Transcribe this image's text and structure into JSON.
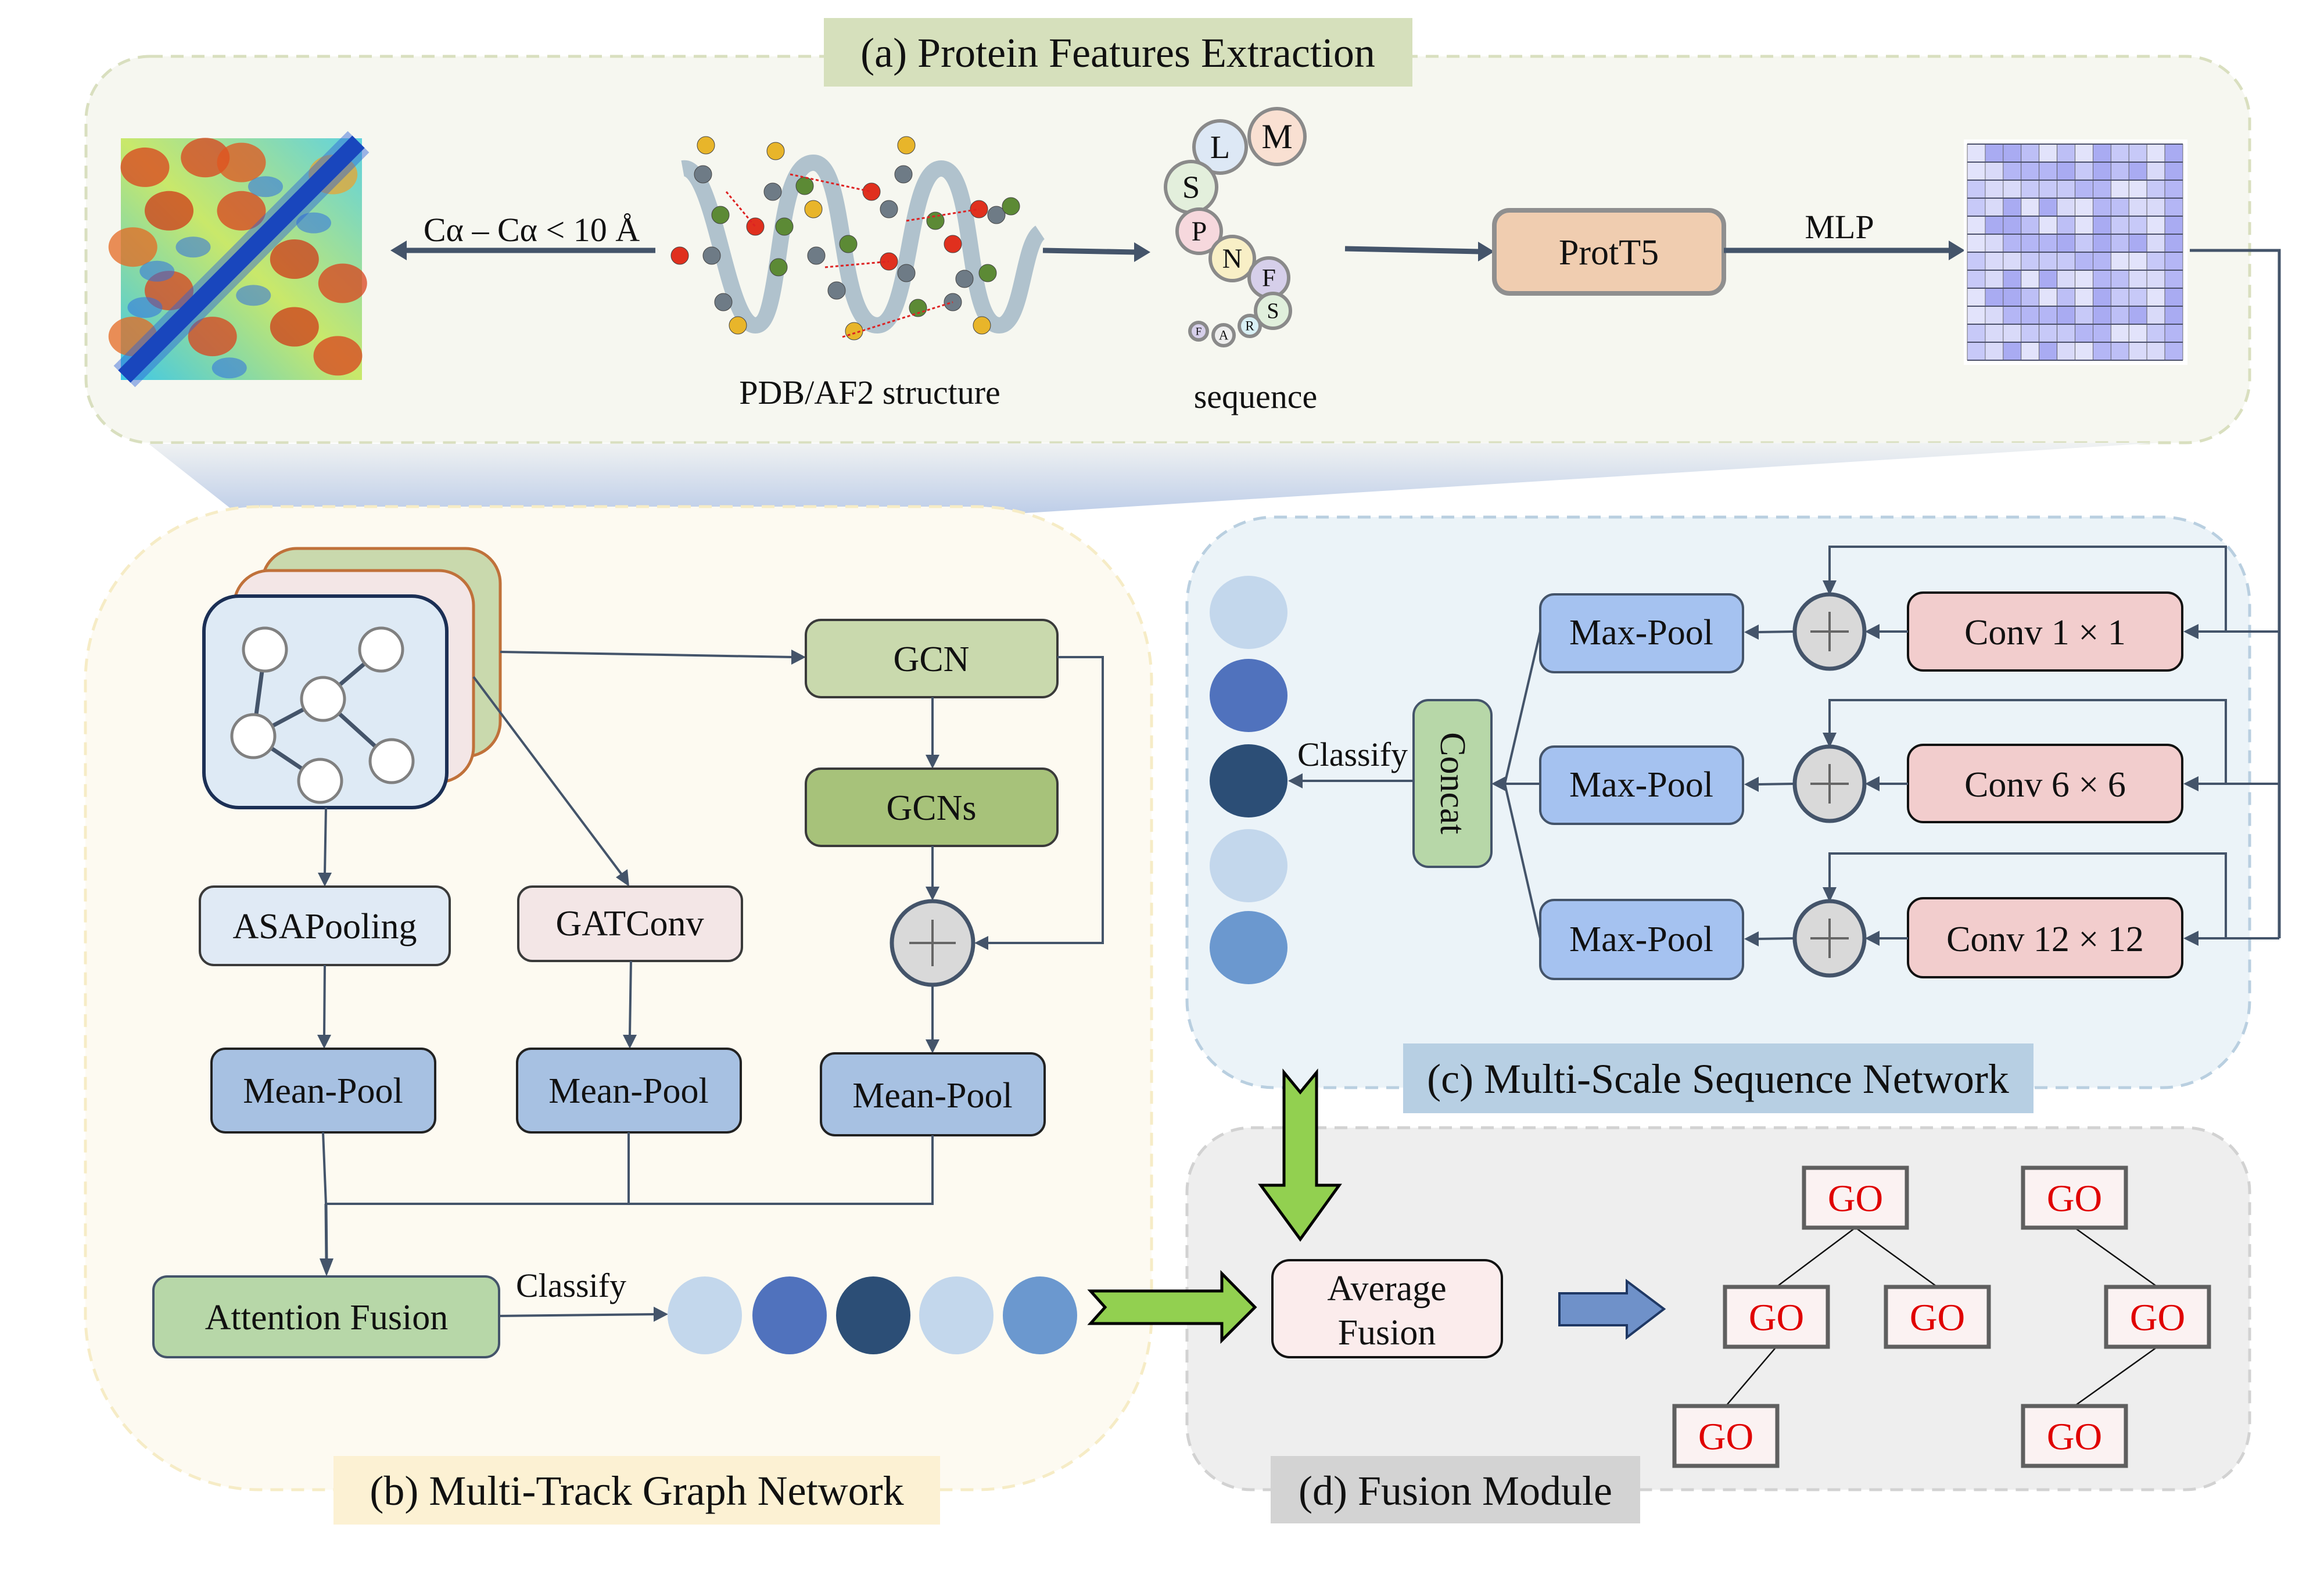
{
  "sections": {
    "a": {
      "label": "(a) Protein Features Extraction",
      "bg": "#f6f7f0",
      "border": "#d9dfbf",
      "label_bg": "#d6e0bc"
    },
    "b": {
      "label": "(b) Multi-Track Graph Network",
      "bg": "#fdfaf1",
      "border": "#f6ecc6",
      "label_bg": "#fcf1d3"
    },
    "c": {
      "label": "(c) Multi-Scale Sequence Network",
      "bg": "#ebf3f8",
      "border": "#b9cfe0",
      "label_bg": "#b7cfe3"
    },
    "d": {
      "label": "(d) Fusion Module",
      "bg": "#eeeeee",
      "border": "#d2d2d2",
      "label_bg": "#d3d3d3"
    }
  },
  "feature_extraction": {
    "contact_map_icon": "contact-map-heatmap",
    "distance_label": "Cα – Cα < 10 Å",
    "structure_icon": "protein-helix-ball-stick",
    "structure_label": "PDB/AF2 structure",
    "sequence_label": "sequence",
    "sequence_residues": [
      "M",
      "L",
      "S",
      "P",
      "N",
      "F",
      "S",
      "R",
      "A",
      "F"
    ],
    "residue_colors": [
      "#f9e0d2",
      "#dde8f5",
      "#e3efdc",
      "#f6d8dd",
      "#f8efc6",
      "#d6cfea",
      "#e0efdc",
      "#d9f1f6",
      "#eeeeee",
      "#d6cfea"
    ],
    "language_model": "ProtT5",
    "mlp_label": "MLP",
    "embedding_icon": "embedding-matrix"
  },
  "graph_network": {
    "graph_icon": "graph-stack",
    "gcn": "GCN",
    "gcns": "GCNs",
    "asapooling": "ASAPooling",
    "gatconv": "GATConv",
    "meanpool": [
      "Mean-Pool",
      "Mean-Pool",
      "Mean-Pool"
    ],
    "attention_fusion": "Attention Fusion",
    "classify": "Classify",
    "add_icon": "plus-circle",
    "output_colors": [
      "#c3d7ec",
      "#5072bd",
      "#2c4e76",
      "#c3d7ec",
      "#6b98cf"
    ]
  },
  "sequence_network": {
    "convs": [
      "Conv 1 × 1",
      "Conv 6 × 6",
      "Conv 12 × 12"
    ],
    "maxpool": [
      "Max-Pool",
      "Max-Pool",
      "Max-Pool"
    ],
    "concat": "Concat",
    "classify": "Classify",
    "add_icon": "plus-circle",
    "output_colors": [
      "#c3d7ec",
      "#5072bd",
      "#2c4e76",
      "#c3d7ec",
      "#6b98cf"
    ]
  },
  "fusion": {
    "average_fusion_line1": "Average",
    "average_fusion_line2": "Fusion",
    "go_terms": [
      "GO",
      "GO",
      "GO",
      "GO",
      "GO",
      "GO",
      "GO"
    ]
  },
  "colors": {
    "arrow": "#44546a",
    "protT5": "#f0cdb0",
    "gcn": "#c9d9ad",
    "gcns": "#a7c27a",
    "asapooling": "#e0eaf5",
    "gatconv": "#f3e6e6",
    "meanpool": "#a7c1e2",
    "attention": "#b7d7a8",
    "maxpool": "#a5c2f0",
    "conv": "#f2cdcd",
    "concat": "#b7d7a8",
    "plus": "#d9d9d9",
    "green_arrow": "#92d050",
    "blue_arrow": "#6f91c9",
    "avg_fusion": "#fbecec",
    "go_box": "#fbf2f2"
  }
}
